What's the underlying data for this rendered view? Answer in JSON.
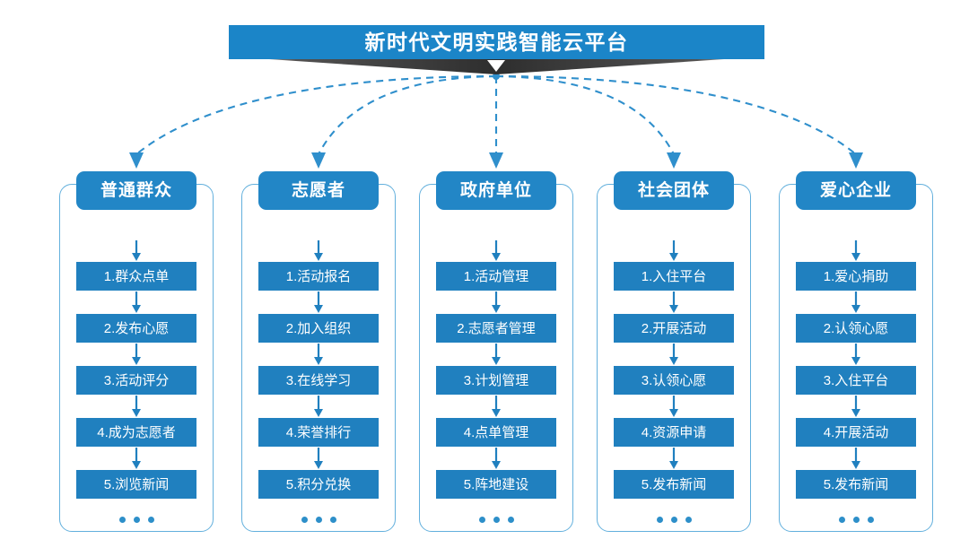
{
  "title": {
    "text": "新时代文明实践智能云平台",
    "bar_color": "#1b85c8",
    "shadow_color": "#333333",
    "text_color": "#ffffff"
  },
  "theme": {
    "header_blue": "#2286c6",
    "item_blue": "#2080bf",
    "frame_border": "#63b0dd",
    "connector_blue": "#2f8fcc",
    "dot_blue": "#2d8fc9"
  },
  "ellipsis": "• • •",
  "columns": [
    {
      "header": "普通群众",
      "items": [
        "1.群众点单",
        "2.发布心愿",
        "3.活动评分",
        "4.成为志愿者",
        "5.浏览新闻"
      ]
    },
    {
      "header": "志愿者",
      "items": [
        "1.活动报名",
        "2.加入组织",
        "3.在线学习",
        "4.荣誉排行",
        "5.积分兑换"
      ]
    },
    {
      "header": "政府单位",
      "items": [
        "1.活动管理",
        "2.志愿者管理",
        "3.计划管理",
        "4.点单管理",
        "5.阵地建设"
      ]
    },
    {
      "header": "社会团体",
      "items": [
        "1.入住平台",
        "2.开展活动",
        "3.认领心愿",
        "4.资源申请",
        "5.发布新闻"
      ]
    },
    {
      "header": "爱心企业",
      "items": [
        "1.爱心捐助",
        "2.认领心愿",
        "3.入住平台",
        "4.开展活动",
        "5.发布新闻"
      ]
    }
  ]
}
